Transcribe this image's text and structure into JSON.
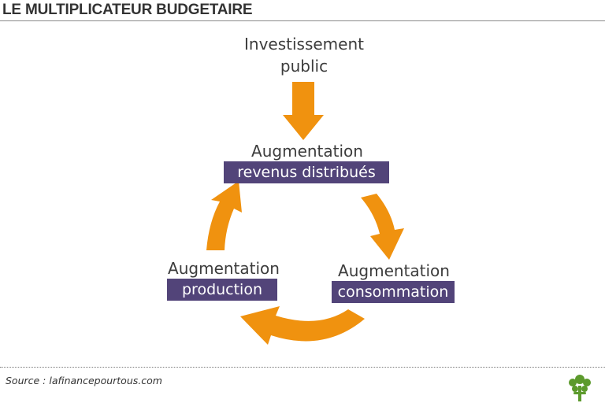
{
  "title": "LE MULTIPLICATEUR BUDGETAIRE",
  "source": "Source : lafinancepourtous.com",
  "colors": {
    "arrow": "#f0920f",
    "box": "#524479",
    "logo": "#5c9a2c"
  },
  "nodes": {
    "investment": {
      "line1": "Investissement",
      "line2": "public"
    },
    "revenus": {
      "heading": "Augmentation",
      "box": "revenus distribués"
    },
    "consommation": {
      "heading": "Augmentation",
      "box": "consommation"
    },
    "production": {
      "heading": "Augmentation",
      "box": "production"
    }
  },
  "logo": {
    "icon": "tree-icon"
  }
}
